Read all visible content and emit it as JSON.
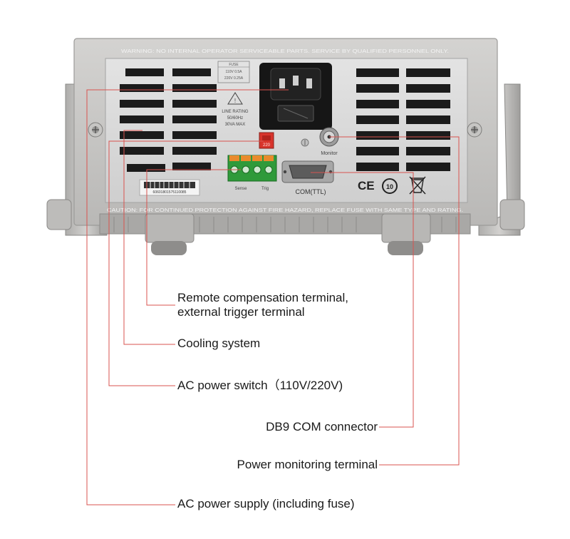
{
  "panel": {
    "warning_text": "WARNING: NO INTERNAL OPERATOR SERVICEABLE PARTS. SERVICE BY QUALIFIED PERSONNEL ONLY.",
    "caution_text": "CAUTION: FOR CONTINUED PROTECTION AGAINST FIRE HAZARD, REPLACE FUSE WITH SAME TYPE AND RATING.",
    "line_rating_title": "LINE RATING",
    "line_rating_freq": "50/60Hz",
    "line_rating_power": "30VA MAX",
    "fuse_table_header": "FUSE",
    "fuse_row_1": "110V  0.5A",
    "fuse_row_2": "220V  0.25A",
    "voltage_switch_label": "220",
    "monitor_label": "Monitor",
    "com_label": "COM(TTL)",
    "terminal_label_left": "Sense",
    "terminal_label_right": "Trig",
    "barcode_text": "60601801575110085",
    "ce_mark": "CE",
    "rohs_mark": "10"
  },
  "callouts": {
    "remote_line1": "Remote compensation terminal,",
    "remote_line2": "external trigger terminal",
    "cooling": "Cooling system",
    "ac_switch": "AC power switch（110V/220V)",
    "db9": "DB9 COM connector",
    "monitor": "Power monitoring terminal",
    "ac_supply": "AC power supply (including fuse)"
  },
  "colors": {
    "leader_line": "#d9534f",
    "chassis": "#c9c8c6",
    "panel": "#dcdcdc",
    "vent": "#1b1b1b",
    "terminal": "#2f9a3a",
    "terminal_top": "#e98a2c",
    "switch": "#d8342c"
  }
}
